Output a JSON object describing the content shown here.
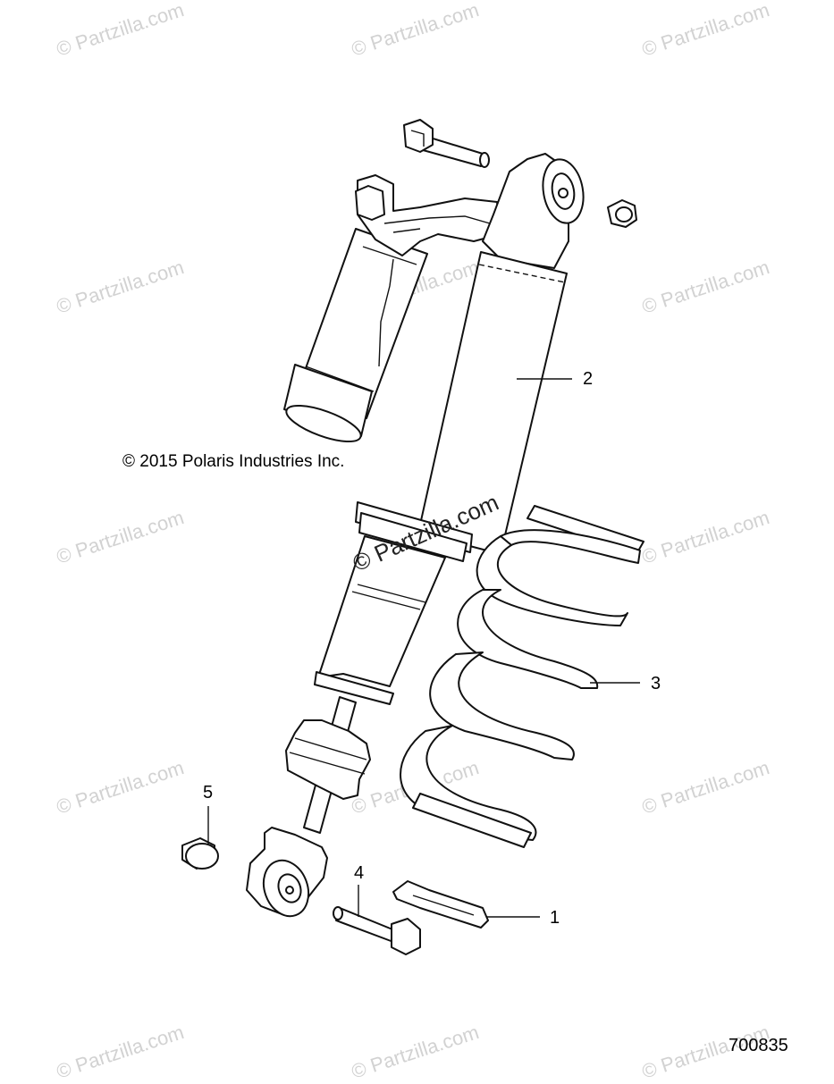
{
  "watermark_text": "© Partzilla.com",
  "center_watermark_text": "© Partzilla.com",
  "copyright_text": "© 2015 Polaris Industries Inc.",
  "diagram_id": "700835",
  "callouts": [
    {
      "label": "1"
    },
    {
      "label": "2"
    },
    {
      "label": "3"
    },
    {
      "label": "4"
    },
    {
      "label": "5"
    }
  ]
}
